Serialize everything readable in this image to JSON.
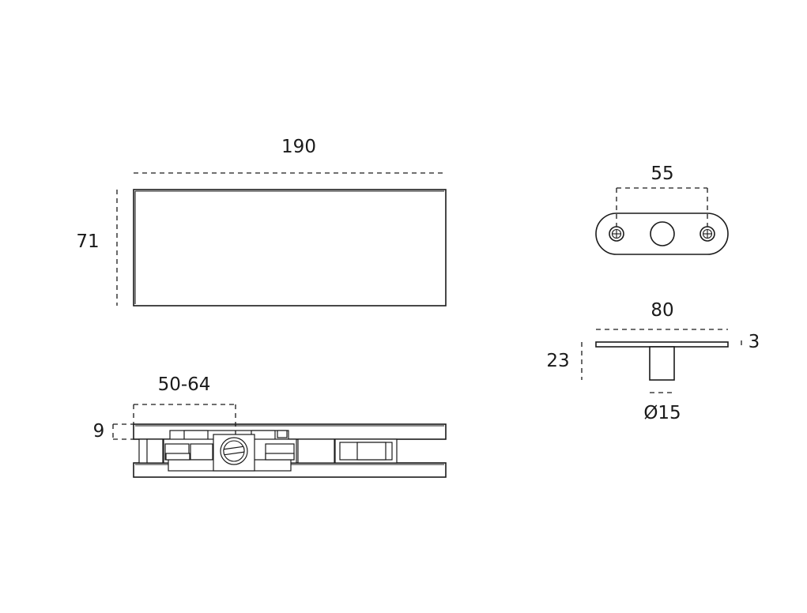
{
  "dimensions": {
    "top_width": "190",
    "top_height": "71",
    "glass_range": "50-64",
    "side_thickness": "9",
    "plate_spacing": "55",
    "plate_width": "80",
    "plate_thickness": "3",
    "plate_height": "23",
    "pin_diameter": "Ø15"
  }
}
